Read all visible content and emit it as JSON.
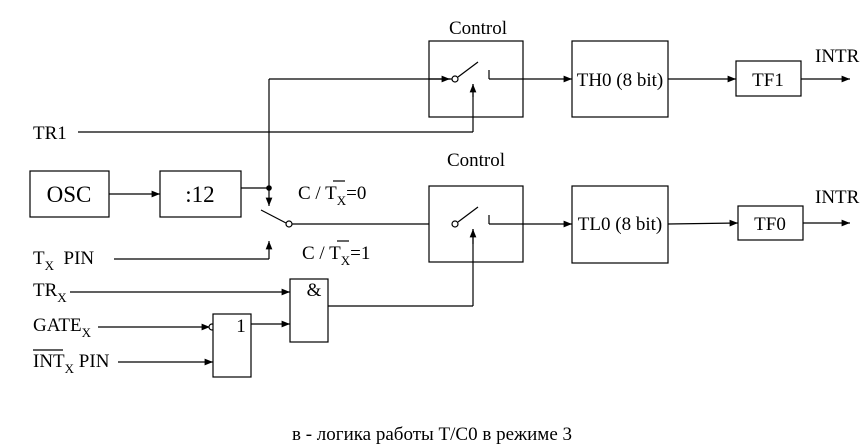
{
  "diagram": {
    "control_top": "Control",
    "control_bottom": "Control",
    "th0": "TH0 (8 bit)",
    "tl0": "TL0 (8 bit)",
    "tf1": "TF1",
    "tf0": "TF0",
    "intr_top": "INTR",
    "intr_bottom": "INTR",
    "tr1": "TR1",
    "osc": "OSC",
    "div12": ":12",
    "ct0_prefix": "C / ",
    "ct0_t": "T",
    "ct0_sub": "X",
    "ct0_suffix": "=0",
    "ct1_prefix": "C / ",
    "ct1_t": "T",
    "ct1_sub": "X",
    "ct1_suffix": "=1",
    "tx_pin_main": "T",
    "tx_pin_sub": "X",
    "tx_pin_rest": "  PIN",
    "trx_main": "TR",
    "trx_sub": "X",
    "gatex_main": "GATE",
    "gatex_sub": "X",
    "intx_main": "INT",
    "intx_sub": "X",
    "intx_rest": " PIN",
    "and_label": "&",
    "or_label": "1",
    "caption": "в - логика работы T/C0 в режиме 3"
  }
}
